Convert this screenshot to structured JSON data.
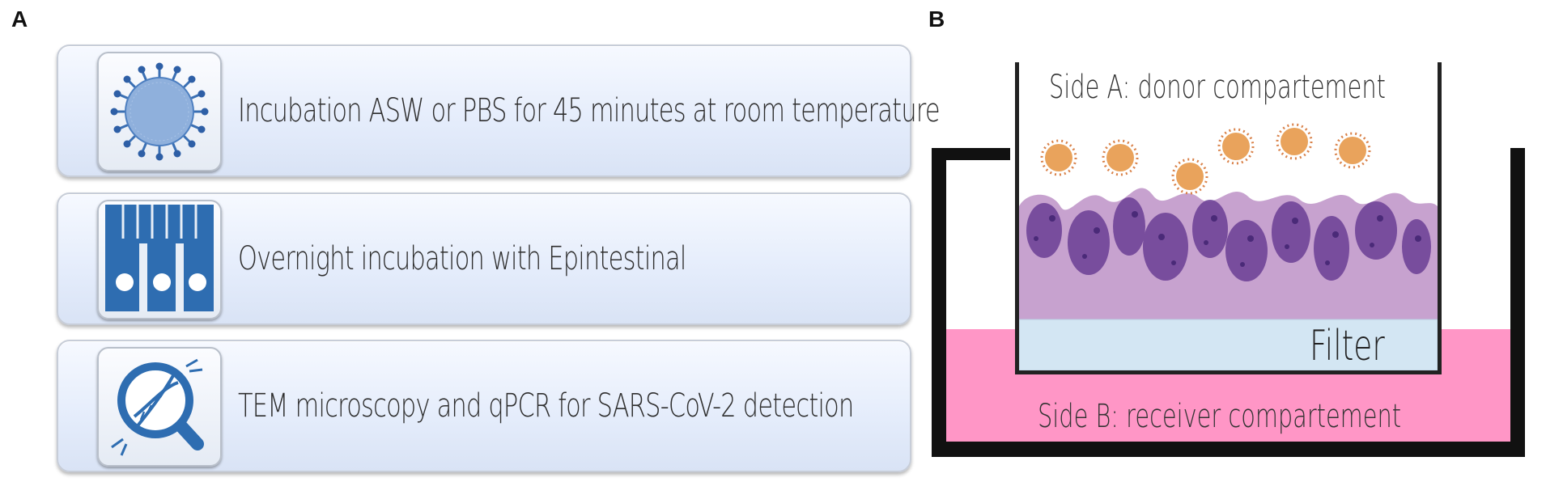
{
  "panels": {
    "a": "A",
    "b": "B"
  },
  "steps": [
    {
      "icon": "virus-icon",
      "text": "Incubation ASW or PBS for 45 minutes at room temperature"
    },
    {
      "icon": "intestinal-cells-icon",
      "text": "Overnight incubation with Epintestinal"
    },
    {
      "icon": "dna-magnifier-icon",
      "text": "TEM microscopy and qPCR for SARS-CoV-2 detection"
    }
  ],
  "diagram": {
    "side_a": "Side A: donor compartement",
    "filter": "Filter",
    "side_b": "Side B: receiver compartement"
  },
  "colors": {
    "icon_blue": "#2e6db1",
    "receiver_pink": "#ff96c6",
    "filter_blue": "#d3e6f3",
    "virus_orange": "#e9a35c",
    "tissue_purple": "#6b3f95"
  }
}
